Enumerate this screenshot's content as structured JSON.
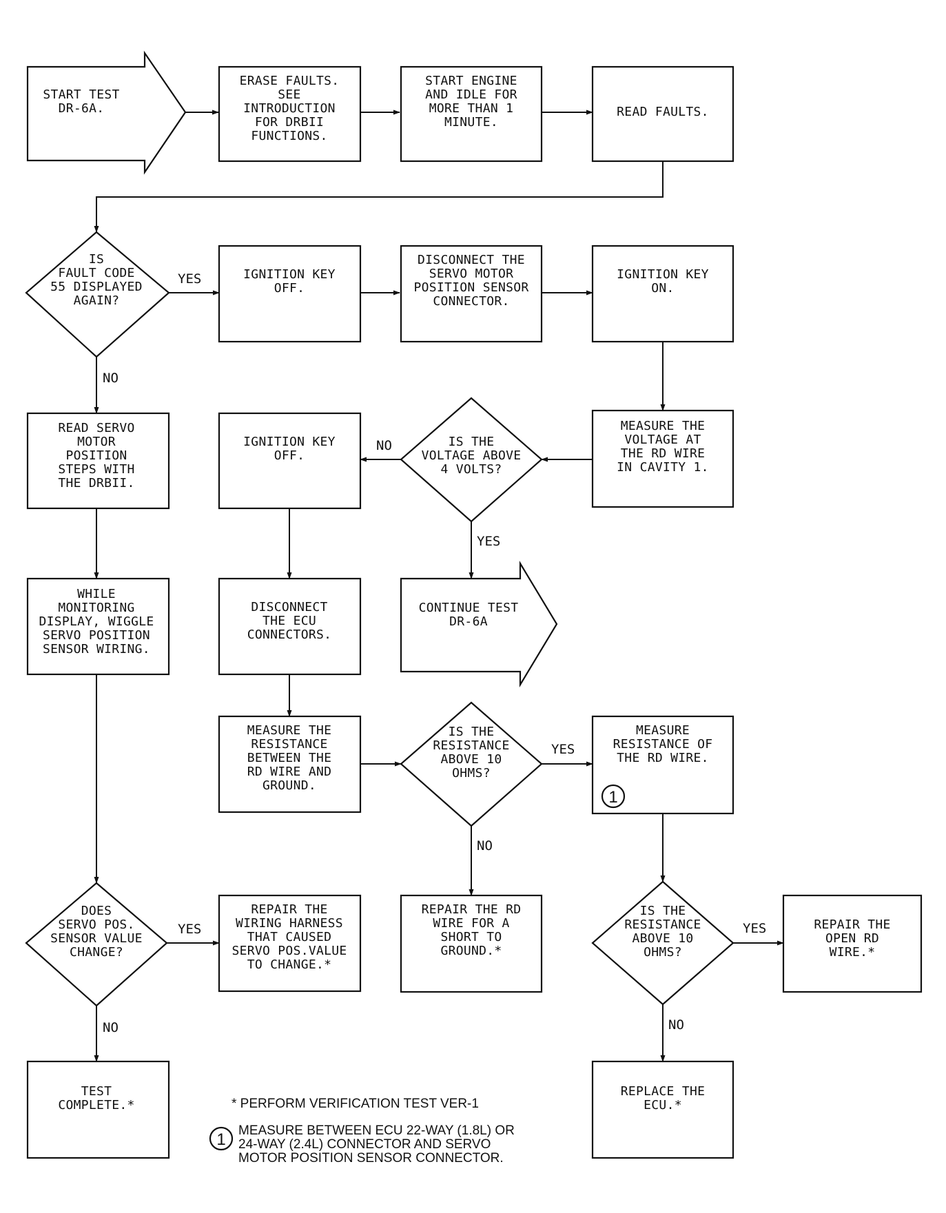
{
  "nodes": {
    "start": [
      "START TEST",
      "DR-6A."
    ],
    "erase": [
      "ERASE FAULTS.",
      "SEE",
      "INTRODUCTION",
      "FOR DRBII",
      "FUNCTIONS."
    ],
    "start_engine": [
      "START ENGINE",
      "AND IDLE FOR",
      "MORE THAN 1",
      "MINUTE."
    ],
    "read_faults": [
      "READ FAULTS."
    ],
    "q_fault55": [
      "IS",
      "FAULT CODE",
      "55 DISPLAYED",
      "AGAIN?"
    ],
    "ign_off_1": [
      "IGNITION KEY",
      "OFF."
    ],
    "disconnect_sensor": [
      "DISCONNECT THE",
      "SERVO MOTOR",
      "POSITION SENSOR",
      "CONNECTOR."
    ],
    "ign_on": [
      "IGNITION KEY",
      "ON."
    ],
    "read_servo": [
      "READ SERVO",
      "MOTOR",
      "POSITION",
      "STEPS WITH",
      "THE DRBII."
    ],
    "ign_off_2": [
      "IGNITION KEY",
      "OFF."
    ],
    "q_voltage": [
      "IS THE",
      "VOLTAGE ABOVE",
      "4 VOLTS?"
    ],
    "measure_voltage": [
      "MEASURE THE",
      "VOLTAGE AT",
      "THE RD WIRE",
      "IN CAVITY 1."
    ],
    "wiggle": [
      "WHILE",
      "MONITORING",
      "DISPLAY, WIGGLE",
      "SERVO POSITION",
      "SENSOR WIRING."
    ],
    "disconnect_ecu": [
      "DISCONNECT",
      "THE ECU",
      "CONNECTORS."
    ],
    "continue": [
      "CONTINUE TEST",
      "DR-6A"
    ],
    "measure_resistance_gnd": [
      "MEASURE THE",
      "RESISTANCE",
      "BETWEEN THE",
      "RD WIRE AND",
      "GROUND."
    ],
    "q_resistance_1": [
      "IS THE",
      "RESISTANCE",
      "ABOVE 10",
      "OHMS?"
    ],
    "measure_resistance_rd": [
      "MEASURE",
      "RESISTANCE OF",
      "THE RD WIRE."
    ],
    "q_servo_change": [
      "DOES",
      "SERVO POS.",
      "SENSOR VALUE",
      "CHANGE?"
    ],
    "repair_harness": [
      "REPAIR THE",
      "WIRING HARNESS",
      "THAT CAUSED",
      "SERVO POS.VALUE",
      "TO CHANGE.*"
    ],
    "repair_short": [
      "REPAIR THE RD",
      "WIRE FOR A",
      "SHORT TO",
      "GROUND.*"
    ],
    "q_resistance_2": [
      "IS THE",
      "RESISTANCE",
      "ABOVE 10",
      "OHMS?"
    ],
    "repair_open": [
      "REPAIR THE",
      "OPEN RD",
      "WIRE.*"
    ],
    "test_complete": [
      "TEST",
      "COMPLETE.*"
    ],
    "replace_ecu": [
      "REPLACE THE",
      "ECU.*"
    ]
  },
  "edge_labels": {
    "fault55_yes": "YES",
    "fault55_no": "NO",
    "voltage_no": "NO",
    "voltage_yes": "YES",
    "resistance1_yes": "YES",
    "resistance1_no": "NO",
    "servo_change_yes": "YES",
    "servo_change_no": "NO",
    "resistance2_yes": "YES",
    "resistance2_no": "NO"
  },
  "marker": "1",
  "notes": {
    "verification": "* PERFORM VERIFICATION TEST VER-1",
    "measure_note": [
      "MEASURE BETWEEN ECU 22-WAY (1.8L) OR",
      "24-WAY (2.4L) CONNECTOR AND SERVO",
      "MOTOR POSITION SENSOR CONNECTOR."
    ]
  }
}
